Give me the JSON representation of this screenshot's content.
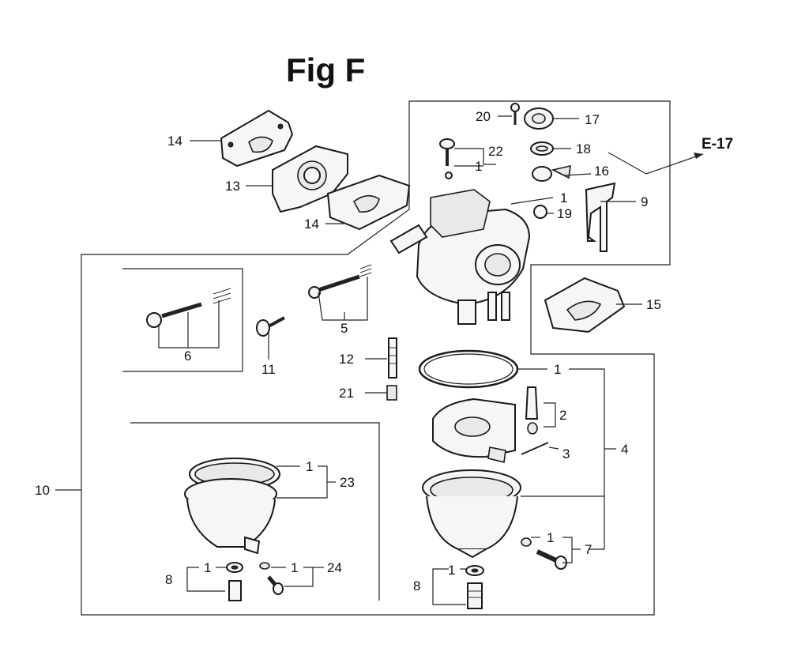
{
  "figure": {
    "title": "Fig F",
    "cross_reference": "E-17"
  },
  "callouts": {
    "c1_top": "1",
    "c1_top2": "1",
    "c1_ring": "1",
    "c1_bowl_cover": "1",
    "c1_screw": "1",
    "c1_right_washer": "1",
    "c1_left_washer": "1",
    "c1_left_24": "1",
    "c2": "2",
    "c3": "3",
    "c4": "4",
    "c5": "5",
    "c6": "6",
    "c7": "7",
    "c8_left": "8",
    "c8_right": "8",
    "c9": "9",
    "c10": "10",
    "c11": "11",
    "c12": "12",
    "c13": "13",
    "c14_top": "14",
    "c14_bottom": "14",
    "c15": "15",
    "c16": "16",
    "c17": "17",
    "c18": "18",
    "c19": "19",
    "c20": "20",
    "c21": "21",
    "c22": "22",
    "c23": "23",
    "c24": "24"
  },
  "colors": {
    "line": "#222222",
    "part_fill": "#f6f6f6",
    "background": "#ffffff"
  }
}
